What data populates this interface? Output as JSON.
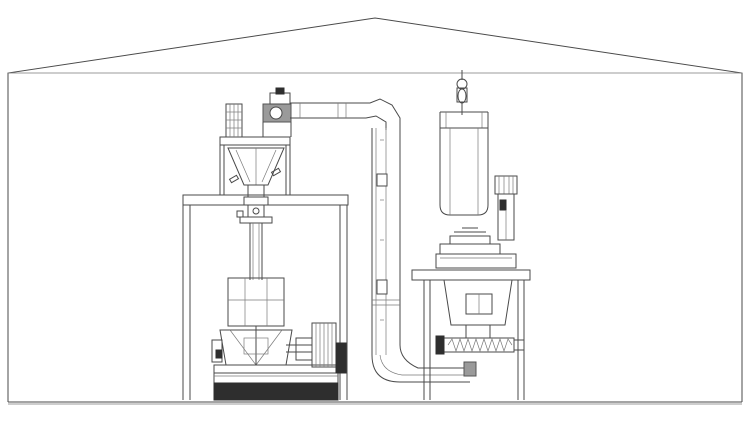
{
  "drawing": {
    "background": "#ffffff",
    "line_color": "#4a4a4a",
    "components": [
      "building-outline",
      "mixer-platform",
      "feed-hopper",
      "vertical-screw-shaft",
      "mixer-machine",
      "gear-motor",
      "bucket-elevator",
      "bulk-bag",
      "bulk-bag-hoist",
      "discharge-station",
      "bag-support-frame",
      "screw-conveyor"
    ]
  }
}
